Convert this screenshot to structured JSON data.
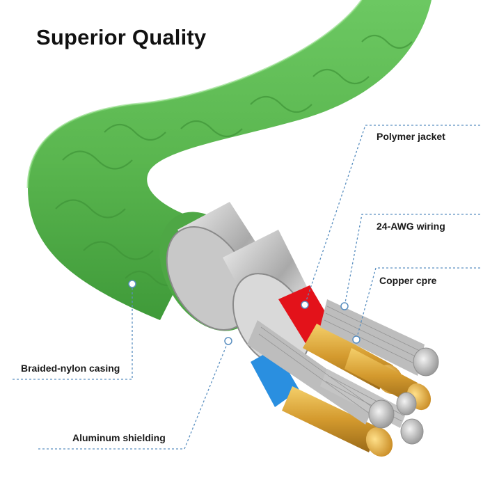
{
  "headline": "Superior Quality",
  "labels": {
    "polymer_jacket": "Polymer jacket",
    "awg_wiring": "24-AWG wiring",
    "copper_core": "Copper cpre",
    "braided_nylon": "Braided-nylon casing",
    "aluminum_shielding": "Aluminum shielding"
  },
  "colors": {
    "cable_green": "#58b84e",
    "red_insulation": "#e3121a",
    "blue_insulation": "#2a8fe0",
    "copper": "#d9a43a",
    "leader_line": "#5a8fc0"
  }
}
